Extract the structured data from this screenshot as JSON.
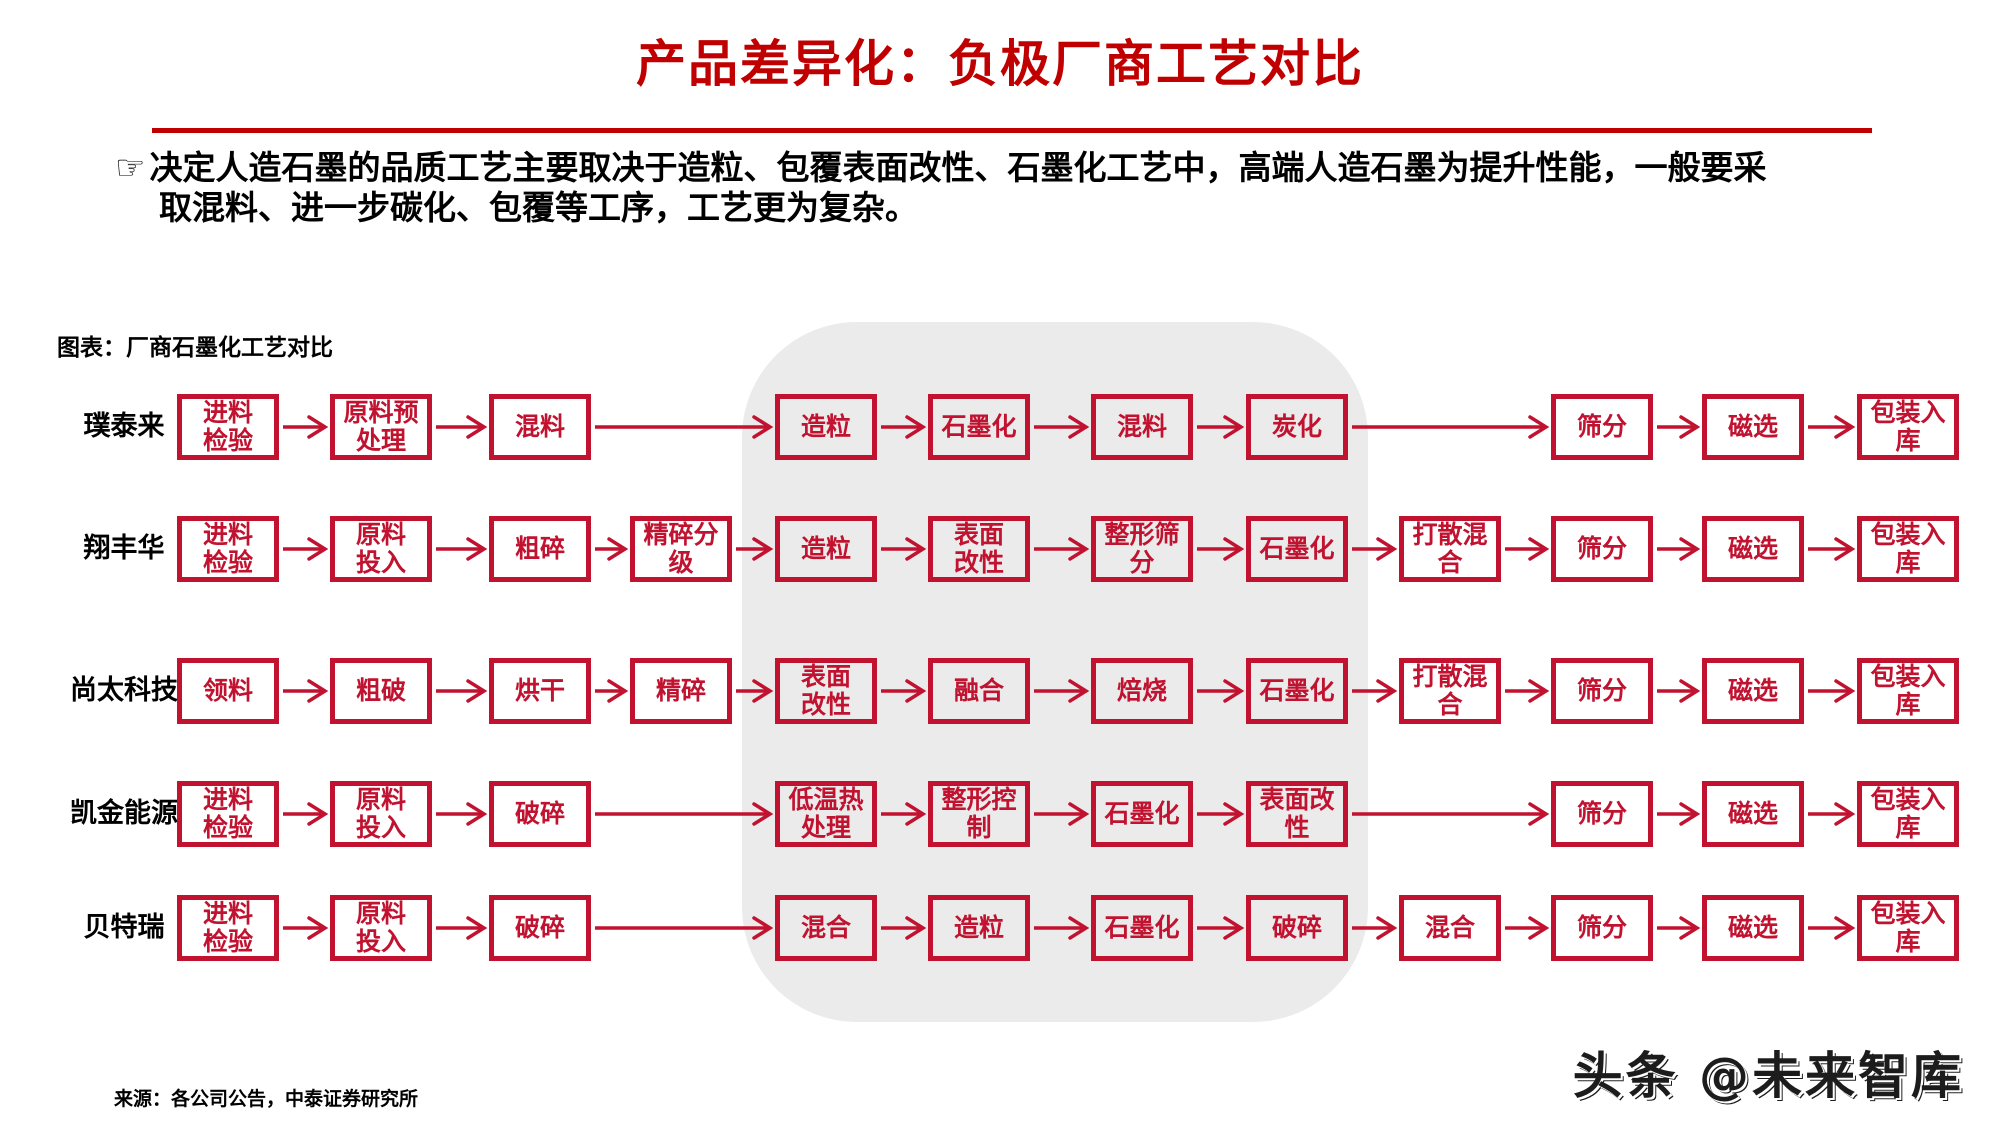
{
  "page": {
    "title": "产品差异化：负极厂商工艺对比",
    "intro_marker": "☞",
    "intro_line1": "决定人造石墨的品质工艺主要取决于造粒、包覆表面改性、石墨化工艺中，高端人造石墨为提升性能，一般要采",
    "intro_line2": "取混料、进一步碳化、包覆等工序，工艺更为复杂。",
    "chart_label": "图表：厂商石墨化工艺对比",
    "source": "来源：各公司公告，中泰证券研究所",
    "watermark": "头条 @未来智库"
  },
  "colors": {
    "title_red": "#C00000",
    "flow_red": "#C11230",
    "highlight_gray": "#EBEBEB"
  },
  "flowchart": {
    "rows": [
      {
        "company": "璞泰来",
        "steps": [
          {
            "col": 0,
            "label": "进料\n检验"
          },
          {
            "col": 1,
            "label": "原料预\n处理"
          },
          {
            "col": 2,
            "label": "混料"
          },
          {
            "col": 4,
            "label": "造粒"
          },
          {
            "col": 5,
            "label": "石墨化"
          },
          {
            "col": 6,
            "label": "混料"
          },
          {
            "col": 7,
            "label": "炭化"
          },
          {
            "col": 9,
            "label": "筛分"
          },
          {
            "col": 10,
            "label": "磁选"
          },
          {
            "col": 11,
            "label": "包装入\n库"
          }
        ]
      },
      {
        "company": "翔丰华",
        "steps": [
          {
            "col": 0,
            "label": "进料\n检验"
          },
          {
            "col": 1,
            "label": "原料\n投入"
          },
          {
            "col": 2,
            "label": "粗碎"
          },
          {
            "col": 3,
            "label": "精碎分\n级"
          },
          {
            "col": 4,
            "label": "造粒"
          },
          {
            "col": 5,
            "label": "表面\n改性"
          },
          {
            "col": 6,
            "label": "整形筛\n分"
          },
          {
            "col": 7,
            "label": "石墨化"
          },
          {
            "col": 8,
            "label": "打散混\n合"
          },
          {
            "col": 9,
            "label": "筛分"
          },
          {
            "col": 10,
            "label": "磁选"
          },
          {
            "col": 11,
            "label": "包装入\n库"
          }
        ]
      },
      {
        "company": "尚太科技",
        "steps": [
          {
            "col": 0,
            "label": "领料"
          },
          {
            "col": 1,
            "label": "粗破"
          },
          {
            "col": 2,
            "label": "烘干"
          },
          {
            "col": 3,
            "label": "精碎"
          },
          {
            "col": 4,
            "label": "表面\n改性"
          },
          {
            "col": 5,
            "label": "融合"
          },
          {
            "col": 6,
            "label": "焙烧"
          },
          {
            "col": 7,
            "label": "石墨化"
          },
          {
            "col": 8,
            "label": "打散混\n合"
          },
          {
            "col": 9,
            "label": "筛分"
          },
          {
            "col": 10,
            "label": "磁选"
          },
          {
            "col": 11,
            "label": "包装入\n库"
          }
        ]
      },
      {
        "company": "凯金能源",
        "steps": [
          {
            "col": 0,
            "label": "进料\n检验"
          },
          {
            "col": 1,
            "label": "原料\n投入"
          },
          {
            "col": 2,
            "label": "破碎"
          },
          {
            "col": 4,
            "label": "低温热\n处理"
          },
          {
            "col": 5,
            "label": "整形控\n制"
          },
          {
            "col": 6,
            "label": "石墨化"
          },
          {
            "col": 7,
            "label": "表面改\n性"
          },
          {
            "col": 9,
            "label": "筛分"
          },
          {
            "col": 10,
            "label": "磁选"
          },
          {
            "col": 11,
            "label": "包装入\n库"
          }
        ]
      },
      {
        "company": "贝特瑞",
        "steps": [
          {
            "col": 0,
            "label": "进料\n检验"
          },
          {
            "col": 1,
            "label": "原料\n投入"
          },
          {
            "col": 2,
            "label": "破碎"
          },
          {
            "col": 4,
            "label": "混合"
          },
          {
            "col": 5,
            "label": "造粒"
          },
          {
            "col": 6,
            "label": "石墨化"
          },
          {
            "col": 7,
            "label": "破碎"
          },
          {
            "col": 8,
            "label": "混合"
          },
          {
            "col": 9,
            "label": "筛分"
          },
          {
            "col": 10,
            "label": "磁选"
          },
          {
            "col": 11,
            "label": "包装入\n库"
          }
        ]
      }
    ]
  }
}
